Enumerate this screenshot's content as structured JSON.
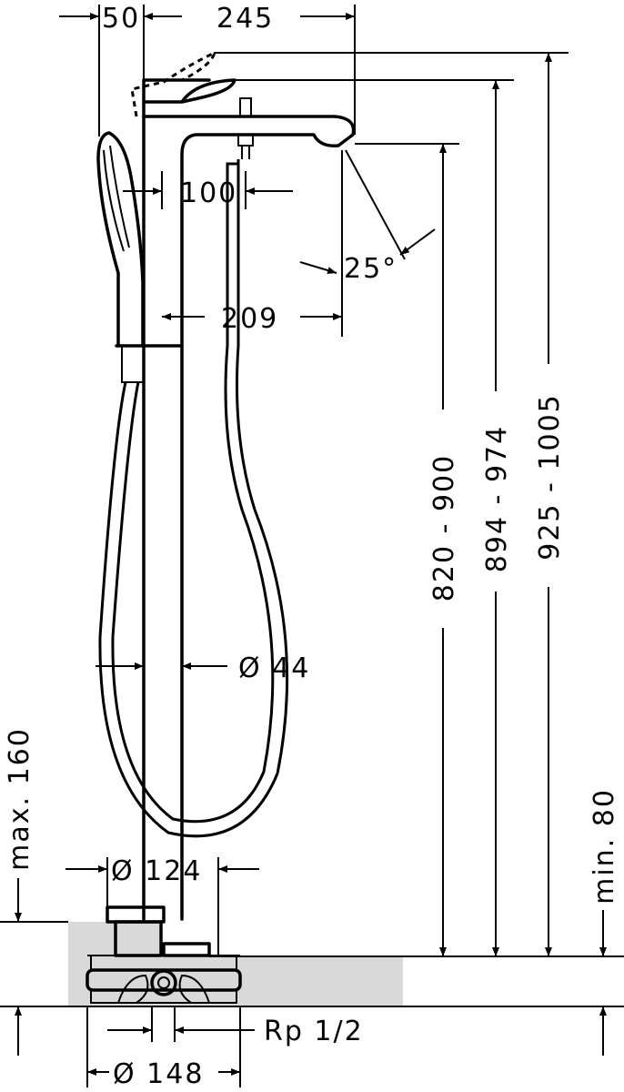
{
  "dimensions": {
    "d50": "50",
    "d245": "245",
    "d100": "100",
    "angle25": "25°",
    "d209": "209",
    "h820_900": "820 - 900",
    "h894_974": "894 - 974",
    "h925_1005": "925 - 1005",
    "dia44": "Ø 44",
    "max160": "max. 160",
    "min80": "min. 80",
    "dia124": "Ø 124",
    "rp12": "Rp 1/2",
    "dia148": "Ø 148"
  },
  "colors": {
    "line": "#000000",
    "floor_fill": "#d9d9d9",
    "background": "#ffffff"
  }
}
